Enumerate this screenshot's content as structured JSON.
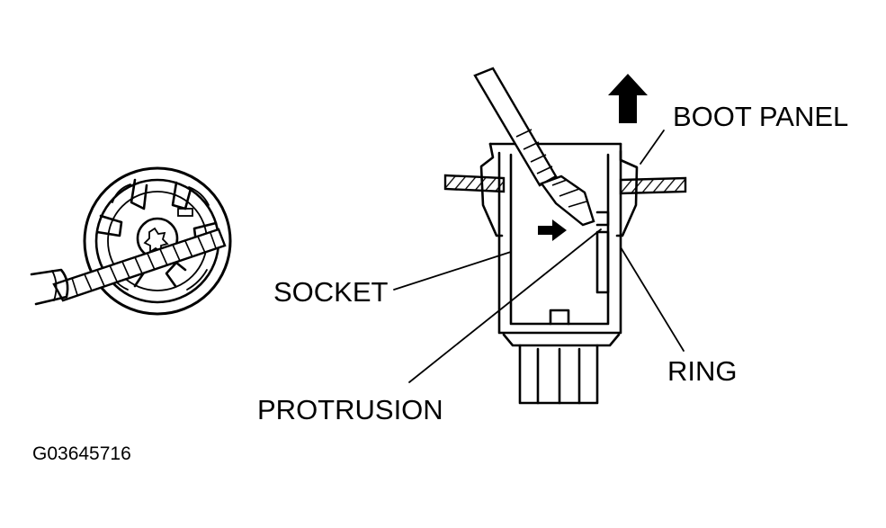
{
  "labels": {
    "boot_panel": "BOOT PANEL",
    "socket": "SOCKET",
    "ring": "RING",
    "protrusion": "PROTRUSION"
  },
  "figure_code": "G03645716"
}
